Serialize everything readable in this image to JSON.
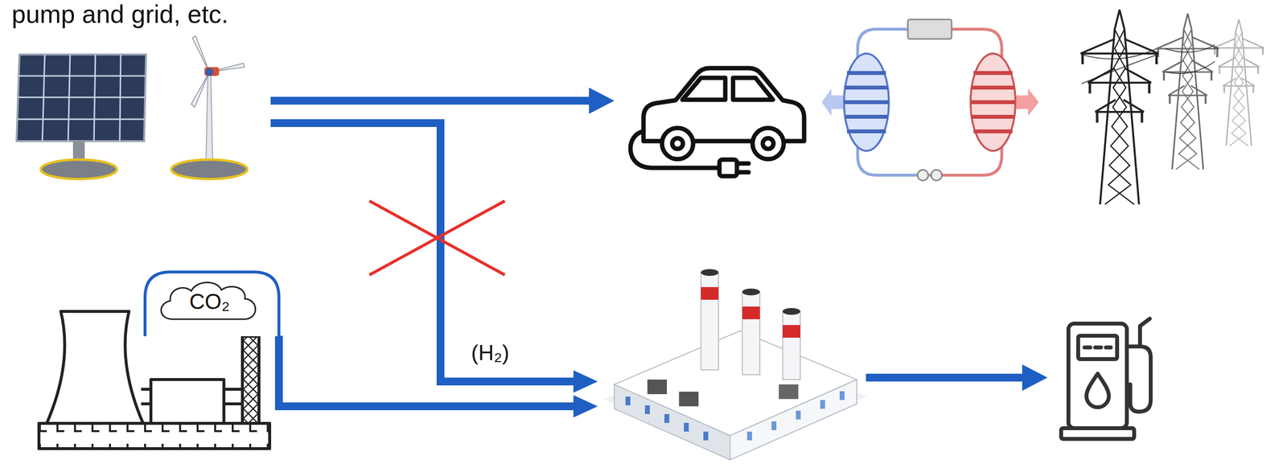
{
  "diagram": {
    "nodes": [
      {
        "text": [
          "CO₂"
        ]
      }
    ],
    "labels": [
      "pump and grid, etc.",
      "(H₂)"
    ]
  }
}
